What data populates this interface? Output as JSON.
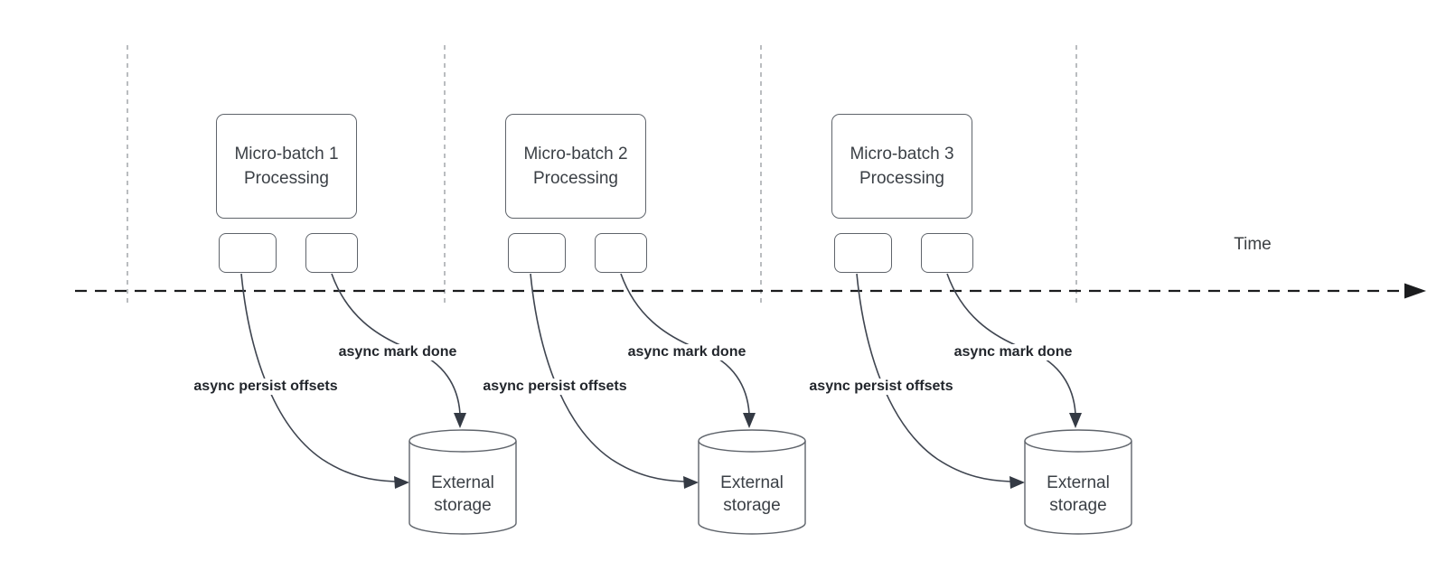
{
  "diagram": {
    "time_axis": {
      "label": "Time"
    },
    "colors": {
      "background": "#ffffff",
      "timeline": "#1b1c1e",
      "interval_guide": "#a4a7ab",
      "shape_border": "#5f646b",
      "shape_text": "#3b4046",
      "arrow": "#3f4550",
      "arrow_label_text": "#22262c"
    },
    "groups": [
      {
        "box_label": "Micro-batch 1\nProcessing",
        "persist_arrow_label": "async persist offsets",
        "done_arrow_label": "async mark done",
        "storage_label": "External\nstorage"
      },
      {
        "box_label": "Micro-batch 2\nProcessing",
        "persist_arrow_label": "async persist offsets",
        "done_arrow_label": "async mark done",
        "storage_label": "External\nstorage"
      },
      {
        "box_label": "Micro-batch 3\nProcessing",
        "persist_arrow_label": "async persist offsets",
        "done_arrow_label": "async mark done",
        "storage_label": "External\nstorage"
      }
    ]
  }
}
